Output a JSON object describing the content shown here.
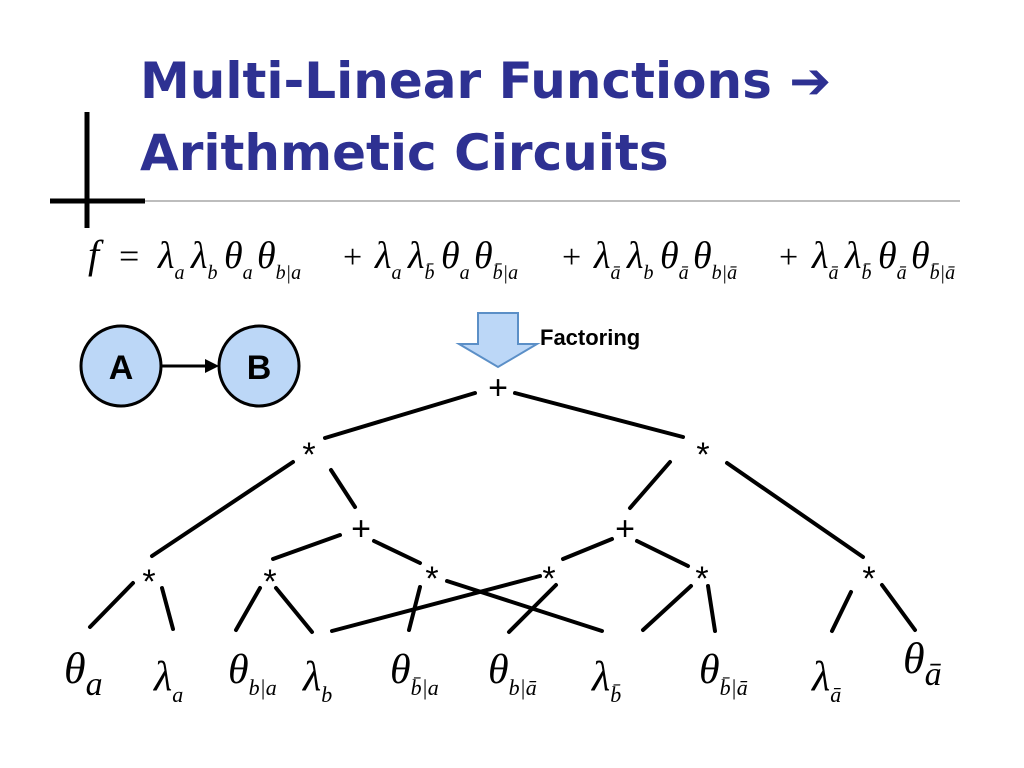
{
  "slide": {
    "title_line1": "Multi-Linear Functions",
    "title_arrow": "➔",
    "title_line2": "Arithmetic Circuits",
    "title_color": "#2e3192"
  },
  "formula": {
    "lhs": "f",
    "equals": "=",
    "terms": [
      {
        "factors": [
          {
            "sym": "λ",
            "sub": "a"
          },
          {
            "sym": "λ",
            "sub": "b"
          },
          {
            "sym": "θ",
            "sub": "a"
          },
          {
            "sym": "θ",
            "sub": "b|a"
          }
        ]
      },
      {
        "factors": [
          {
            "sym": "λ",
            "sub": "a"
          },
          {
            "sym": "λ",
            "sub": "b̄"
          },
          {
            "sym": "θ",
            "sub": "a"
          },
          {
            "sym": "θ",
            "sub": "b̄|a"
          }
        ]
      },
      {
        "factors": [
          {
            "sym": "λ",
            "sub": "ā"
          },
          {
            "sym": "λ",
            "sub": "b"
          },
          {
            "sym": "θ",
            "sub": "ā"
          },
          {
            "sym": "θ",
            "sub": "b|ā"
          }
        ]
      },
      {
        "factors": [
          {
            "sym": "λ",
            "sub": "ā"
          },
          {
            "sym": "λ",
            "sub": "b̄"
          },
          {
            "sym": "θ",
            "sub": "ā"
          },
          {
            "sym": "θ",
            "sub": "b̄|ā"
          }
        ]
      }
    ],
    "plus": "+"
  },
  "network": {
    "node_a": "A",
    "node_b": "B",
    "node_fill": "#bcd7f7"
  },
  "factoring": {
    "label": "Factoring",
    "arrow_fill": "#bcd7f7"
  },
  "circuit": {
    "root": "+",
    "mul_left": "*",
    "mul_right": "*",
    "plus_left": "+",
    "plus_right": "+",
    "mul_1": "*",
    "mul_2": "*",
    "mul_3": "*",
    "mul_4": "*",
    "mul_5": "*",
    "mul_6": "*",
    "leaves": [
      {
        "sym": "θ",
        "sub": "a"
      },
      {
        "sym": "λ",
        "sub": "a"
      },
      {
        "sym": "θ",
        "sub": "b|a"
      },
      {
        "sym": "λ",
        "sub": "b"
      },
      {
        "sym": "θ",
        "sub": "b̄|a"
      },
      {
        "sym": "θ",
        "sub": "b|ā"
      },
      {
        "sym": "λ",
        "sub": "b̄"
      },
      {
        "sym": "θ",
        "sub": "b̄|ā"
      },
      {
        "sym": "λ",
        "sub": "ā"
      },
      {
        "sym": "θ",
        "sub": "ā"
      }
    ]
  }
}
